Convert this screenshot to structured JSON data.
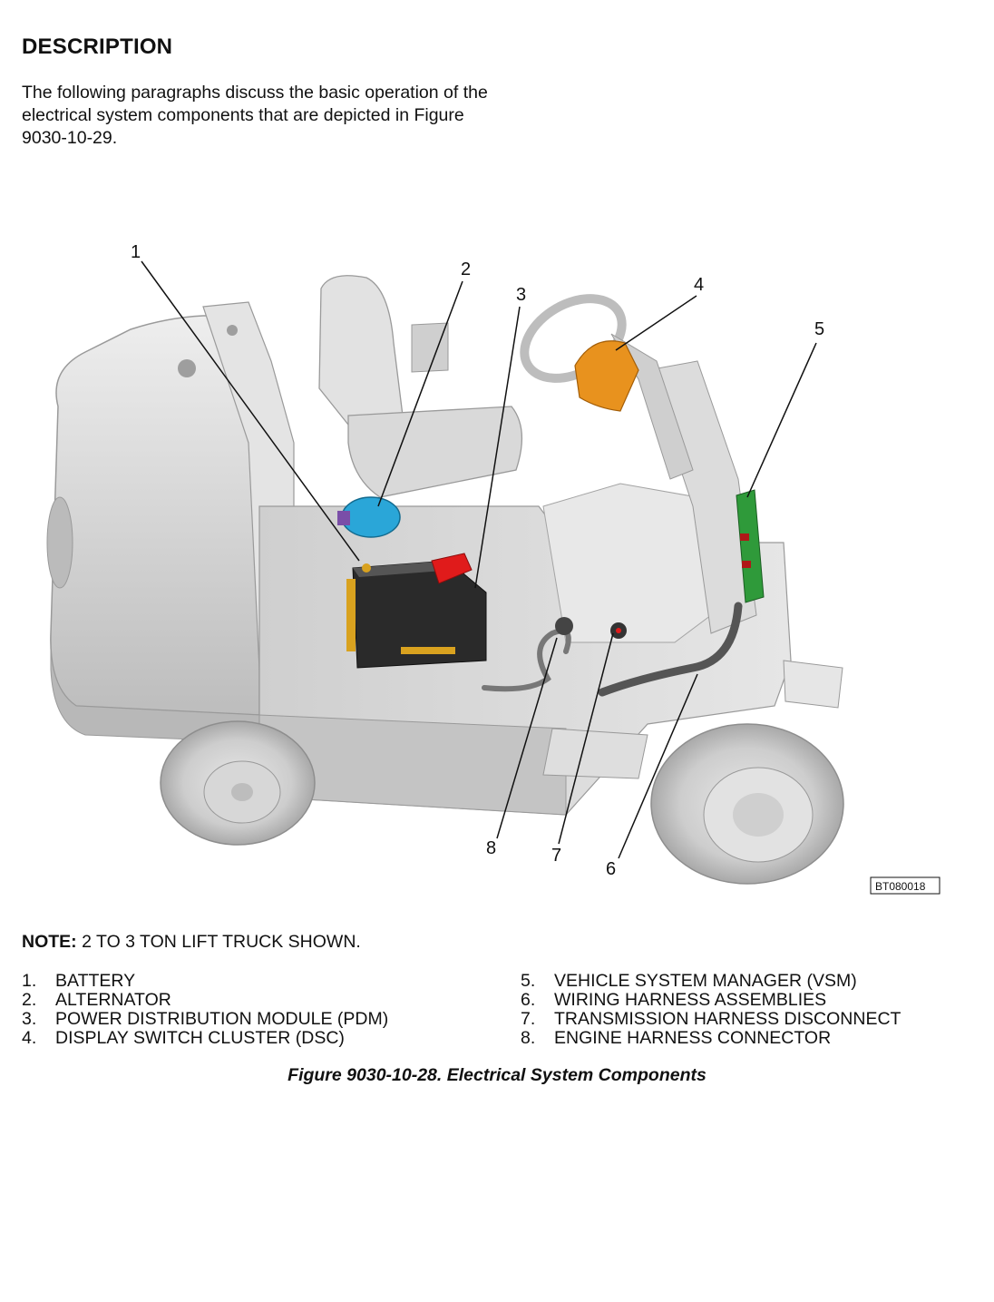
{
  "heading": "DESCRIPTION",
  "intro": "The following paragraphs discuss the basic operation of the electrical system components that are depicted in Figure 9030-10-29.",
  "figure": {
    "figure_id": "BT080018",
    "callouts": [
      "1",
      "2",
      "3",
      "4",
      "5",
      "6",
      "7",
      "8"
    ]
  },
  "note": {
    "label": "NOTE:",
    "text": "2 TO 3 TON LIFT TRUCK SHOWN."
  },
  "legend": {
    "left": [
      {
        "num": "1.",
        "label": "BATTERY"
      },
      {
        "num": "2.",
        "label": "ALTERNATOR"
      },
      {
        "num": "3.",
        "label": "POWER DISTRIBUTION MODULE (PDM)"
      },
      {
        "num": "4.",
        "label": "DISPLAY SWITCH CLUSTER (DSC)"
      }
    ],
    "right": [
      {
        "num": "5.",
        "label": "VEHICLE SYSTEM MANAGER (VSM)"
      },
      {
        "num": "6.",
        "label": "WIRING HARNESS ASSEMBLIES"
      },
      {
        "num": "7.",
        "label": "TRANSMISSION HARNESS DISCONNECT"
      },
      {
        "num": "8.",
        "label": "ENGINE HARNESS CONNECTOR"
      }
    ]
  },
  "caption": "Figure 9030-10-28. Electrical System Components",
  "colors": {
    "alternator": "#2aa6d8",
    "pdm": "#e01b1b",
    "dsc": "#e8921e",
    "vsm": "#2f9a3a",
    "battery_case": "#2a2a2a",
    "battery_trim": "#d9a21f",
    "body": "#d6d6d6"
  }
}
